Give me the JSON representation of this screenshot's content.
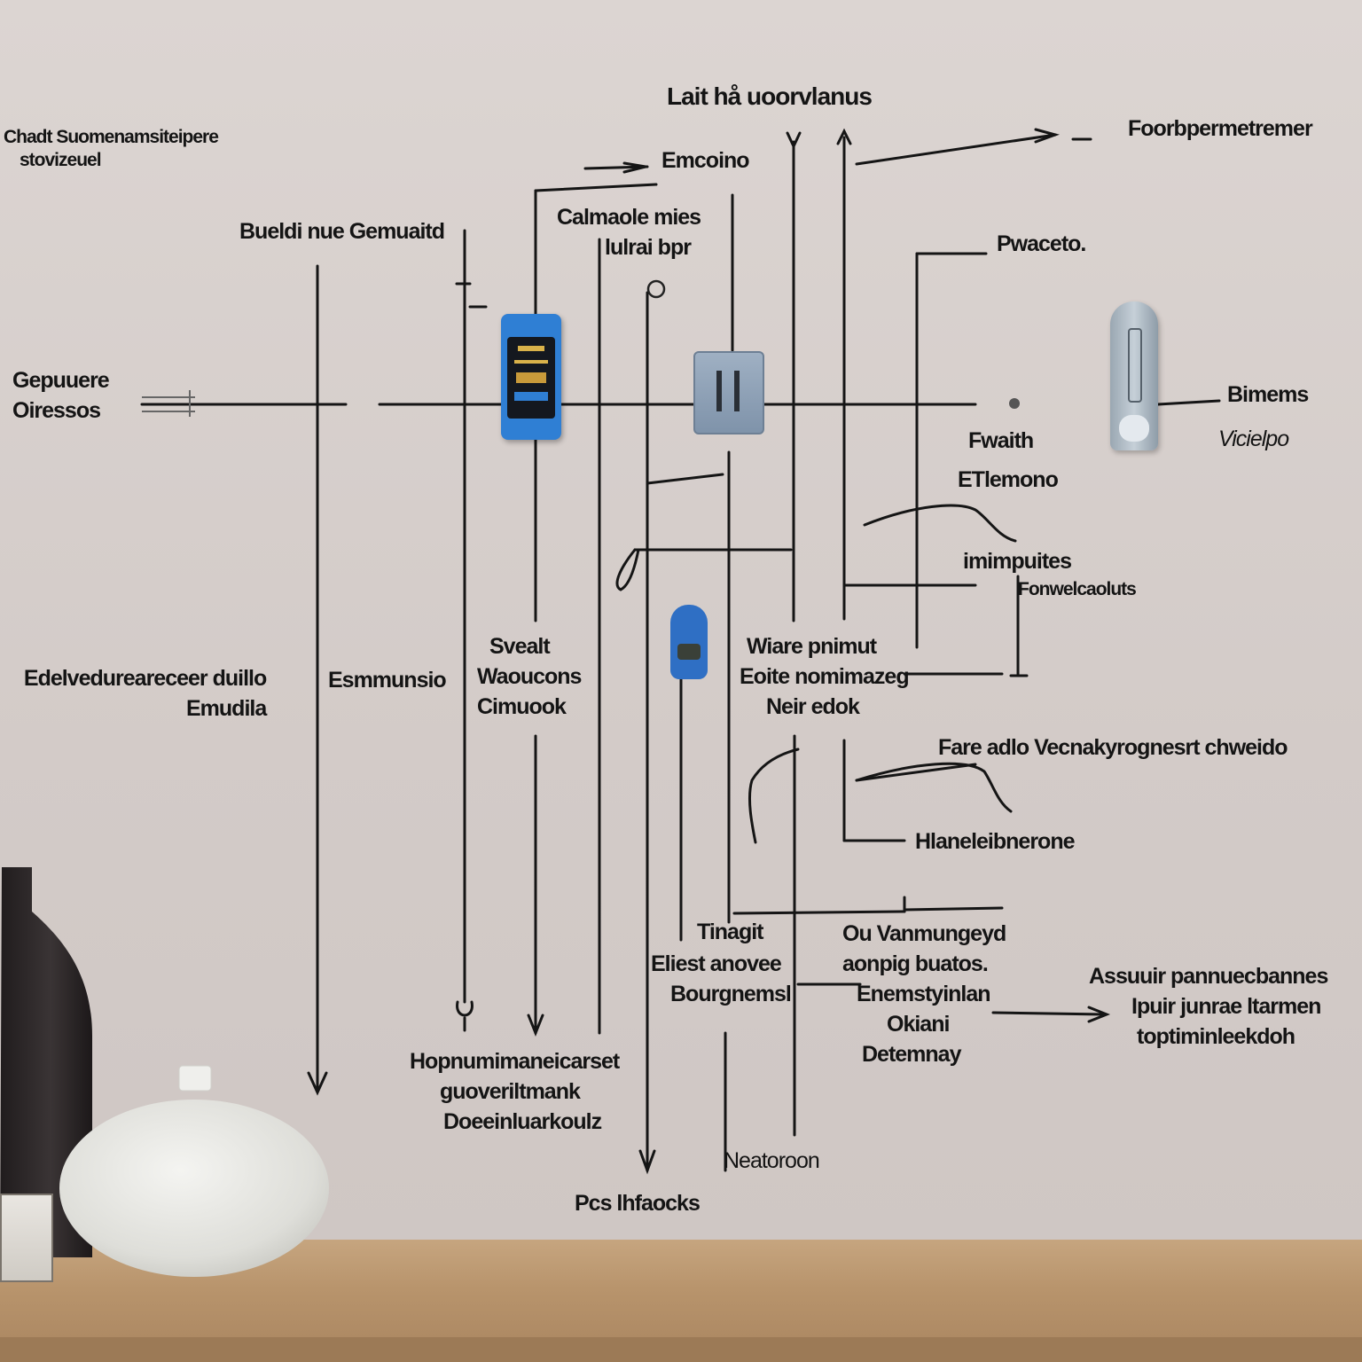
{
  "labels": {
    "top_center": "Lait hå uoorvlanus",
    "top_left_1": "Chadt Suomenamsiteipere",
    "top_left_2": "stovizeuel",
    "top_right": "Foorbpermetremer",
    "encoino": "Emcoino",
    "build": "Bueldi nue Gemuaitd",
    "calmaole_1": "Calmaole mies",
    "calmaole_2": "lulrai bpr",
    "pwaceto": "Pwaceto.",
    "left_mid_1": "Gepuuere",
    "left_mid_2": "Oiressos",
    "bimems": "Bimems",
    "viciepo": "Vicielpo",
    "fwaith": "Fwaith",
    "etlemono": "ETlemono",
    "imimpuites": "imimpuites",
    "fonweicalo": "Fonwelcaoluts",
    "left_low_1": "Edelvedureareceer duillo",
    "left_low_2": "Emudila",
    "esmmunsio": "Esmmunsio",
    "svealt_1": "Svealt",
    "svealt_2": "Waoucons",
    "svealt_3": "Cimuook",
    "wiare_1": "Wiare pnimut",
    "wiare_2": "Eoite nomimazeg",
    "wiare_3": "Neir edok",
    "fare": "Fare  adlo Vecnakyrognesrt chweido",
    "hlanel": "Hlaneleibnerone",
    "tinagit": "Tinagit",
    "eliest_1": "Eliest anovee",
    "eliest_2": "Bourgnemsl",
    "ou_1": "Ou Vanmungeyd",
    "ou_2": "aonpig buatos.",
    "ou_3": "Enemstyinlan",
    "ou_4": "Okiani",
    "ou_5": "Detemnay",
    "assuir_1": "Assuuir pannuecbannes",
    "assuir_2": "Ipuir junrae ltarmen",
    "assuir_3": "toptiminleekdoh",
    "bottom_left_1": "Hopnumimaneicarset",
    "bottom_left_2": "guoveriltmank",
    "bottom_left_3": "Doeeinluarkoulz",
    "neatoroon": "Neatoroon",
    "pcs": "Pcs lhfaocks"
  },
  "colors": {
    "wall": "#d6cecb",
    "ink": "#141414",
    "device_blue": "#2f7fd4",
    "shelf": "#b8946c",
    "dark_vase": "#2f2a2b",
    "white_vase": "#e8e8e4"
  },
  "objects": {
    "device_1": "phone-device-icon",
    "device_2": "switch-box-icon",
    "device_3": "sensor-tube-icon",
    "device_4": "blue-plug-icon"
  }
}
